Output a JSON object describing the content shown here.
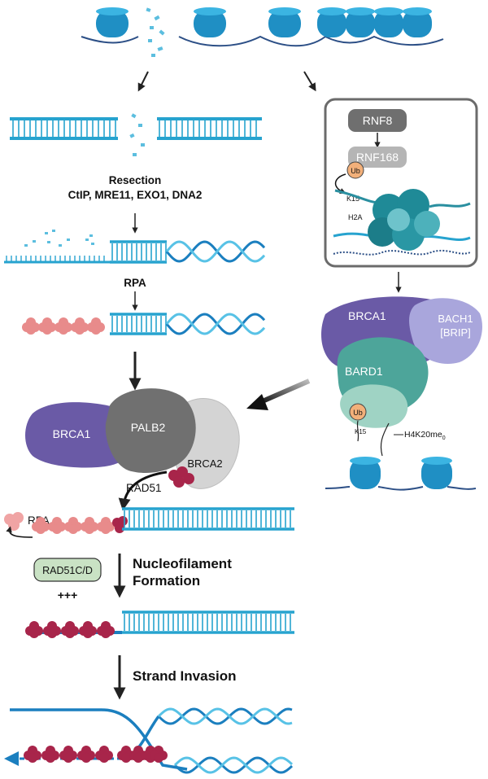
{
  "labels": {
    "resection": "Resection",
    "resection_factors": "CtIP, MRE11, EXO1, DNA2",
    "rpa_top": "RPA",
    "rnf8": "RNF8",
    "rnf168": "RNF168",
    "ub_top": "Ub",
    "k15_top": "K15",
    "h2a": "H2A",
    "brca1_right": "BRCA1",
    "bach1": "BACH1",
    "brip": "[BRIP]",
    "bard1": "BARD1",
    "ub_right": "Ub",
    "k15_right": "K15",
    "h4k20": "H4K20me",
    "h4k20_sub": "0",
    "brca1_left": "BRCA1",
    "palb2": "PALB2",
    "brca2": "BRCA2",
    "rad51": "RAD51",
    "rpa_release": "RPA",
    "rad51cd": "RAD51C/D",
    "plus": "+++",
    "nucleofilament_1": "Nucleofilament",
    "nucleofilament_2": "Formation",
    "strand_invasion": "Strand Invasion"
  },
  "colors": {
    "dna": "#27a3cf",
    "dna_dark": "#2c4f86",
    "nucleosome": "#1f8fc4",
    "nucleosome_top": "#3bb4e2",
    "brca1": "#6a5aa6",
    "bach1": "#a9a6dc",
    "bard1": "#4da59a",
    "palb2": "#707070",
    "brca2": "#d4d4d4",
    "rpa": "#e88b8b",
    "rad51": "#a8254a",
    "rnf8": "#6f6f6f",
    "rnf168": "#b5b5b5",
    "ub": "#f2b07a",
    "rad51cd": "#c9e2c4",
    "arrow": "#222222"
  },
  "icons": [
    "nucleosome-icon",
    "dna-helix-icon",
    "rpa-protein-icon",
    "rad51-protein-icon",
    "ubiquitin-icon"
  ]
}
